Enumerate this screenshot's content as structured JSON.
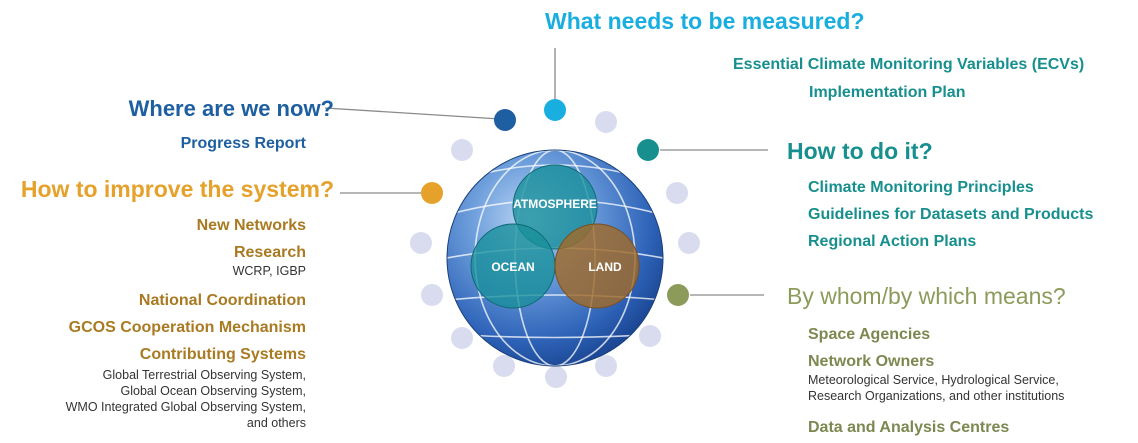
{
  "top": {
    "question": "What needs to be measured?",
    "items": [
      "Essential Climate Monitoring Variables (ECVs)",
      "Implementation Plan"
    ]
  },
  "where": {
    "question": "Where are we now?",
    "items": [
      "Progress Report"
    ]
  },
  "improve": {
    "question": "How to improve the system?",
    "new_networks": "New Networks",
    "research": "Research",
    "research_sub": "WCRP, IGBP",
    "national": "National Coordination",
    "gcos": "GCOS Cooperation Mechanism",
    "contributing": "Contributing Systems",
    "contributing_sub": [
      "Global Terrestrial Observing System,",
      "Global Ocean Observing System,",
      "WMO Integrated Global Observing System,",
      "and others"
    ]
  },
  "how": {
    "question": "How to do it?",
    "items": [
      "Climate Monitoring Principles",
      "Guidelines for Datasets and Products",
      "Regional Action Plans"
    ]
  },
  "bywhom": {
    "question": "By whom/by which means?",
    "space": "Space Agencies",
    "network_owners": "Network Owners",
    "network_sub": [
      "Meteorological Service, Hydrological Service,",
      "Research Organizations, and other institutions"
    ],
    "data_centres": "Data and Analysis Centres"
  },
  "globe": {
    "atmosphere": "ATMOSPHERE",
    "ocean": "OCEAN",
    "land": "LAND"
  },
  "colors": {
    "where": "#1d5fa0",
    "what": "#19aee0",
    "how": "#178f8e",
    "improve": "#e6a12a",
    "bywhom": "#8c9a5a",
    "ring_dot": "#d8dcee"
  }
}
